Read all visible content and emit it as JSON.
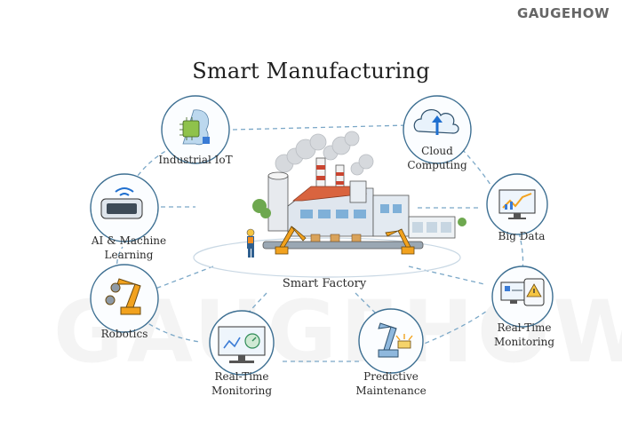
{
  "brand": "GAUGEHOW",
  "watermark": "GAUGEHOW",
  "title": "Smart Manufacturing",
  "center": {
    "label": "Smart Factory",
    "icon": "factory-icon"
  },
  "nodes": [
    {
      "id": "iot",
      "label": "Industrial IoT",
      "icon": "chip-icon"
    },
    {
      "id": "cloud",
      "label": "Cloud\nComputing",
      "icon": "cloud-upload-icon"
    },
    {
      "id": "ai",
      "label": "AI & Machine\nLearning",
      "icon": "wifi-device-icon"
    },
    {
      "id": "bigdata",
      "label": "Big Data",
      "icon": "chart-monitor-icon"
    },
    {
      "id": "robotics",
      "label": "Robotics",
      "icon": "robot-arm-icon"
    },
    {
      "id": "rtm-right",
      "label": "Real-Time\nMonitoring",
      "icon": "alert-tablet-icon"
    },
    {
      "id": "rtm-left",
      "label": "Real-Time\nMonitoring",
      "icon": "monitor-gauge-icon"
    },
    {
      "id": "pm",
      "label": "Predictive\nMaintenance",
      "icon": "robot-sparks-icon"
    }
  ],
  "colors": {
    "ring": "#3d6f92",
    "dash": "#7aa7c7",
    "factory_roof": "#d9643f",
    "stack_red": "#c9442f",
    "robot": "#f2a21e",
    "screen": "#3a7bd5"
  }
}
